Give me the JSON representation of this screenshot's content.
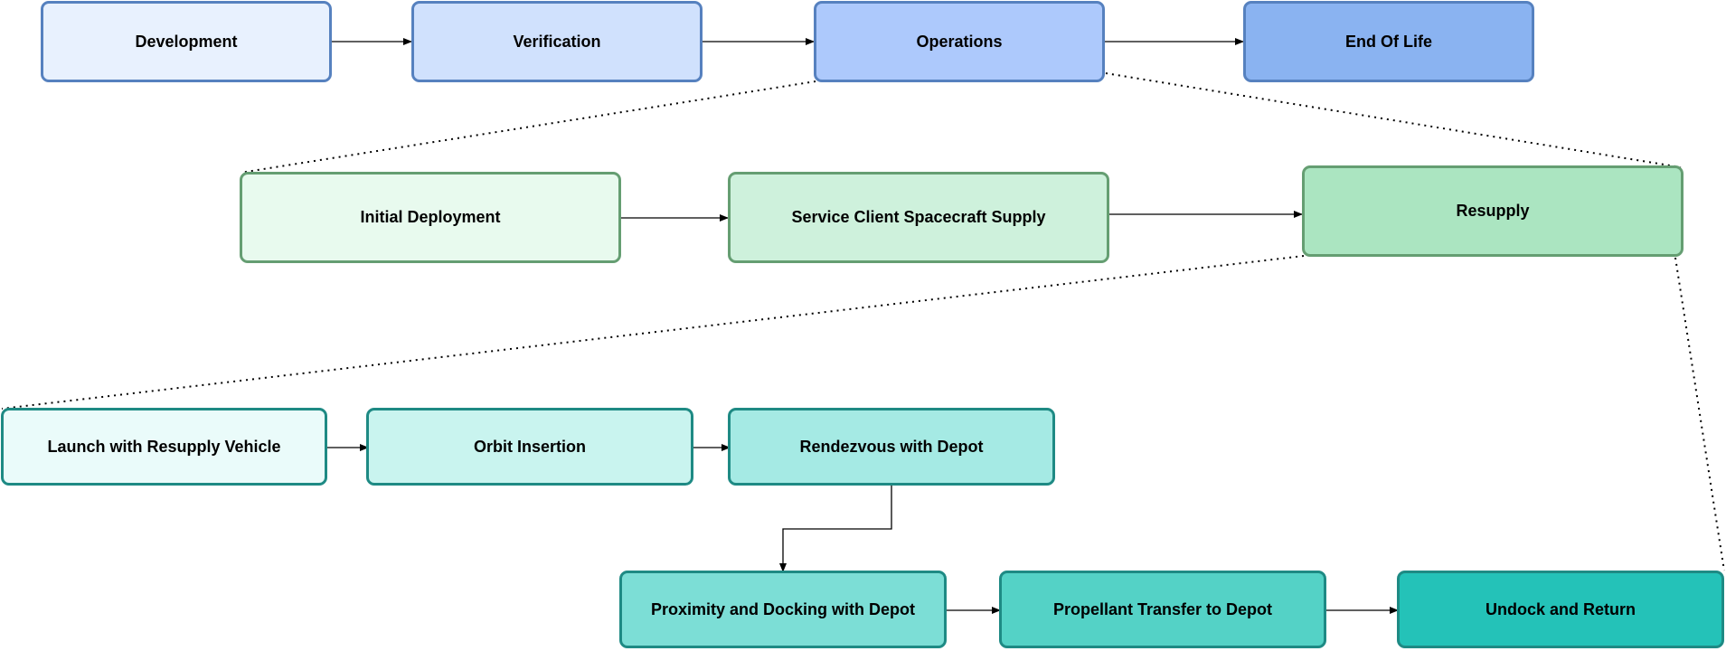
{
  "level1": [
    {
      "label": "Development",
      "color": "#E8F1FE"
    },
    {
      "label": "Verification",
      "color": "#D0E1FD"
    },
    {
      "label": "Operations",
      "color": "#ADC9FC"
    },
    {
      "label": "End Of Life",
      "color": "#8AB3F1"
    }
  ],
  "level2": [
    {
      "label": "Initial Deployment",
      "color": "#E8FAEE"
    },
    {
      "label": "Service Client Spacecraft Supply",
      "color": "#CEF1DC"
    },
    {
      "label": "Resupply",
      "color": "#ABE5C1"
    }
  ],
  "level3": [
    {
      "label": "Launch with Resupply Vehicle",
      "color": "#EAFBFA"
    },
    {
      "label": "Orbit Insertion",
      "color": "#C9F4EF"
    },
    {
      "label": "Rendezvous with Depot",
      "color": "#A5EAE4"
    },
    {
      "label": "Proximity and Docking with Depot",
      "color": "#7CDED6"
    },
    {
      "label": "Propellant Transfer to Depot",
      "color": "#54D2C6"
    },
    {
      "label": "Undock and Return",
      "color": "#24C2B8"
    }
  ],
  "edge_color": "#000000"
}
